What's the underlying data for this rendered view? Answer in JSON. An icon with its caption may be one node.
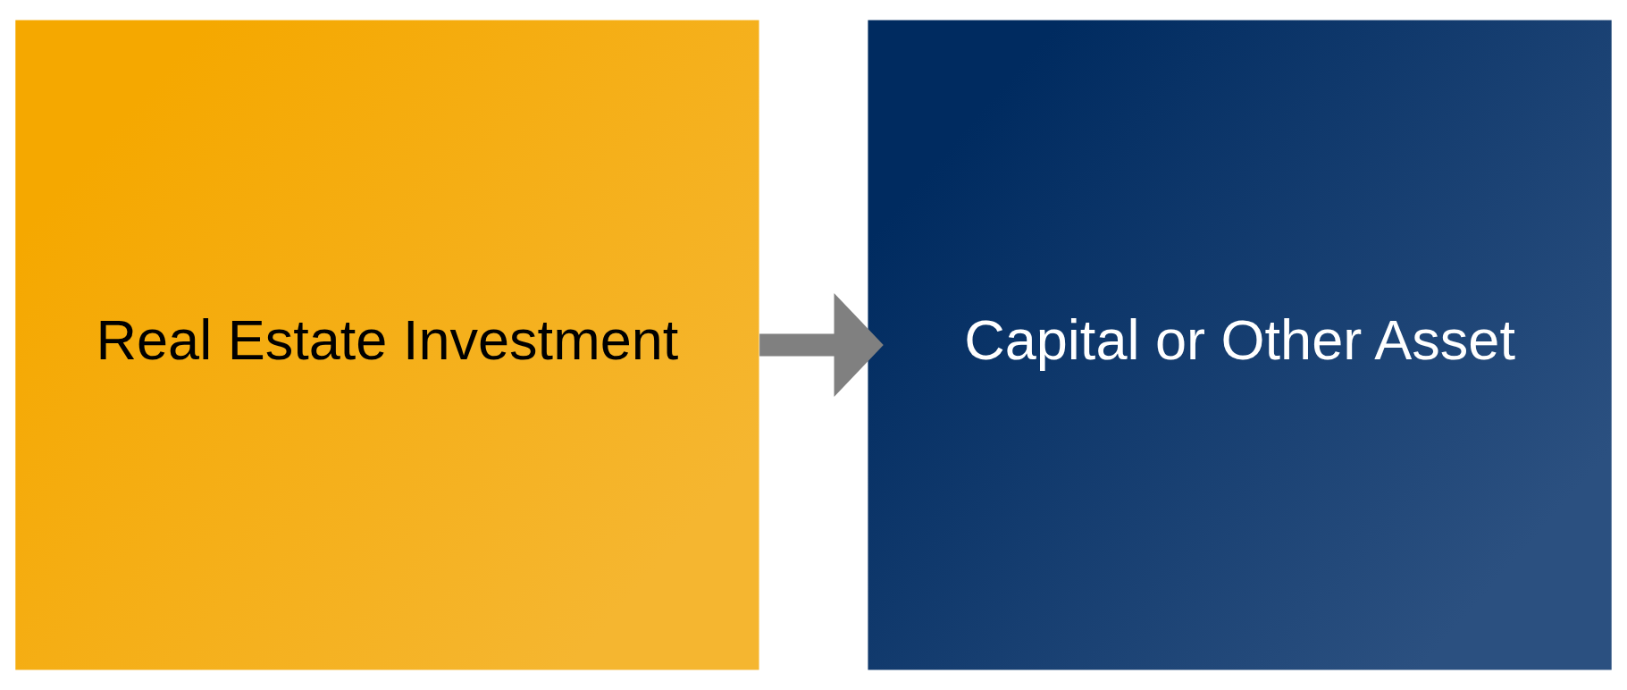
{
  "diagram": {
    "nodes": [
      {
        "text": [
          "Real Estate Investment"
        ]
      },
      {
        "text": [
          "Capital or Other Asset"
        ]
      }
    ],
    "edges": [
      {
        "from": 0,
        "to": 1,
        "arrow": "to"
      }
    ]
  }
}
